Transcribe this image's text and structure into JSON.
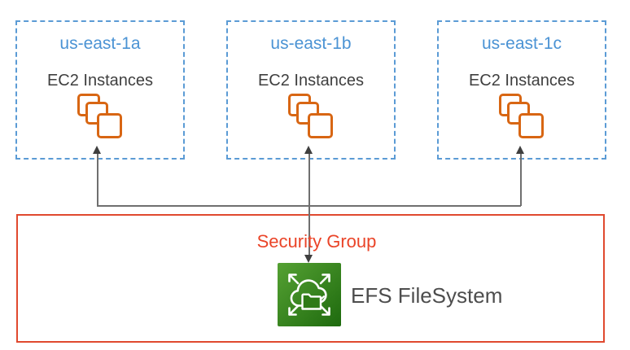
{
  "zones": [
    {
      "name": "us-east-1a",
      "service": "EC2 Instances"
    },
    {
      "name": "us-east-1b",
      "service": "EC2 Instances"
    },
    {
      "name": "us-east-1c",
      "service": "EC2 Instances"
    }
  ],
  "security_group": {
    "label": "Security Group"
  },
  "efs": {
    "label": "EFS FileSystem"
  },
  "icons": {
    "ec2": "ec2-instances-stack-icon",
    "efs": "efs-cloud-folder-icon",
    "connector_arrows": [
      "arrow-up-icon",
      "arrow-down-icon"
    ]
  },
  "colors": {
    "az_border": "#5B9BD5",
    "az_title": "#4B93D4",
    "text_dark": "#3F3F3F",
    "ec2_orange": "#D86613",
    "connector_gray": "#6F6F6F",
    "arrowhead_gray": "#3F3F3F",
    "security_group_border": "#E0492F",
    "security_group_text": "#EA4428",
    "efs_green_light": "#55A133",
    "efs_green_dark": "#1E6A0E",
    "efs_label_text": "#4D4D4D"
  }
}
